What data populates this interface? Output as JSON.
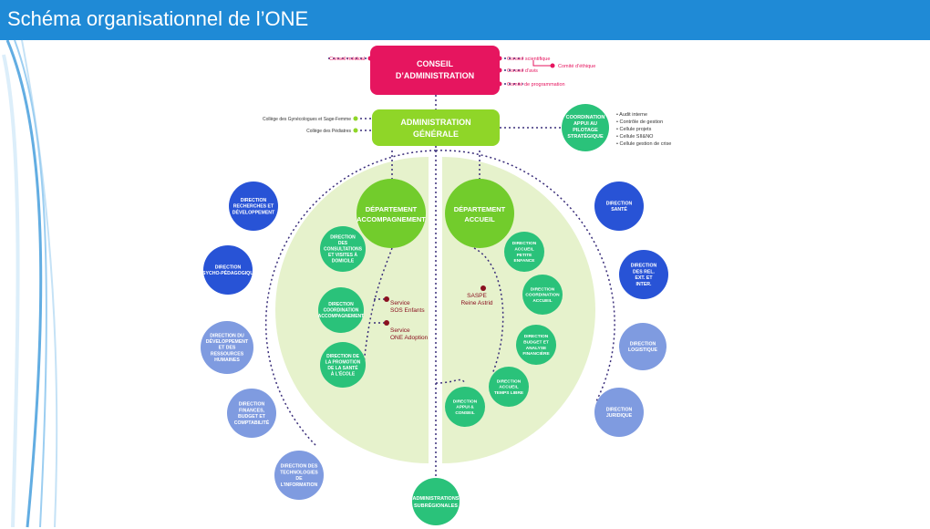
{
  "title": "Schéma organisationnel de l’ONE",
  "colors": {
    "title_bar": "#1f8ad6",
    "board": "#e6155f",
    "admin": "#8fd628",
    "dept": "#72cc2c",
    "direction_green": "#2ac27a",
    "direction_blue": "#2853d6",
    "direction_light": "#7f9be0",
    "background_circle": "#e6f2cc",
    "connector": "#3a2e7a",
    "service_red": "#8a1020"
  },
  "board": {
    "label": "CONSEIL D’ADMINISTRATION",
    "left": [
      "Conseil médical"
    ],
    "right": [
      "Conseil scientifique",
      "Conseil d’avis",
      "Comité de programmation"
    ],
    "ethics": "Comité d’éthique"
  },
  "admin": {
    "label": "ADMINISTRATION GÉNÉRALE",
    "left": [
      "Collège des Gynécologues et Sage-Femme",
      "Collège des Pédiatres"
    ]
  },
  "coordination": {
    "label": "COORDINATION APPUI AU PILOTAGE STRATÉGIQUE",
    "items": [
      "Audit interne",
      "Contrôle de gestion",
      "Cellule projets",
      "Cellule SII&NO",
      "Cellule gestion de crise"
    ]
  },
  "left_directions": [
    "DIRECTION RECHERCHES ET DÉVELOPPEMENT",
    "DIRECTION PSYCHO-PÉDAGOGIQUE",
    "DIRECTION DU DÉVELOPPEMENT ET DES RESSOURCES HUMAINES",
    "DIRECTION FINANCES, BUDGET ET COMPTABILITÉ",
    "DIRECTION DES TECHNOLOGIES DE L’INFORMATION"
  ],
  "right_directions": [
    "DIRECTION SANTÉ",
    "DIRECTION DES REL. EXT. ET INTER.",
    "DIRECTION LOGISTIQUE",
    "DIRECTION JURIDIQUE"
  ],
  "dept_accompagnement": {
    "label": "DÉPARTEMENT ACCOMPAGNEMENT",
    "directions": [
      "DIRECTION DES CONSULTATIONS ET VISITES À DOMICILE",
      "DIRECTION COORDINATION ACCOMPAGNEMENT",
      "DIRECTION DE LA PROMOTION DE LA SANTÉ À L’ÉCOLE"
    ],
    "services": [
      "Service SOS Enfants",
      "Service ONE Adoption"
    ]
  },
  "dept_accueil": {
    "label": "DÉPARTEMENT ACCUEIL",
    "directions": [
      "DIRECTION ACCUEIL PETITE ENFANCE",
      "DIRECTION COORDINATION ACCUEIL",
      "DIRECTION BUDGET ET ANALYSE FINANCIÈRE",
      "DIRECTION ACCUEIL TEMPS LIBRE",
      "DIRECTION APPUI & CONSEIL"
    ],
    "service": "SASPE Reine Astrid"
  },
  "subregional": "ADMINISTRATIONS SUBRÉGIONALES"
}
